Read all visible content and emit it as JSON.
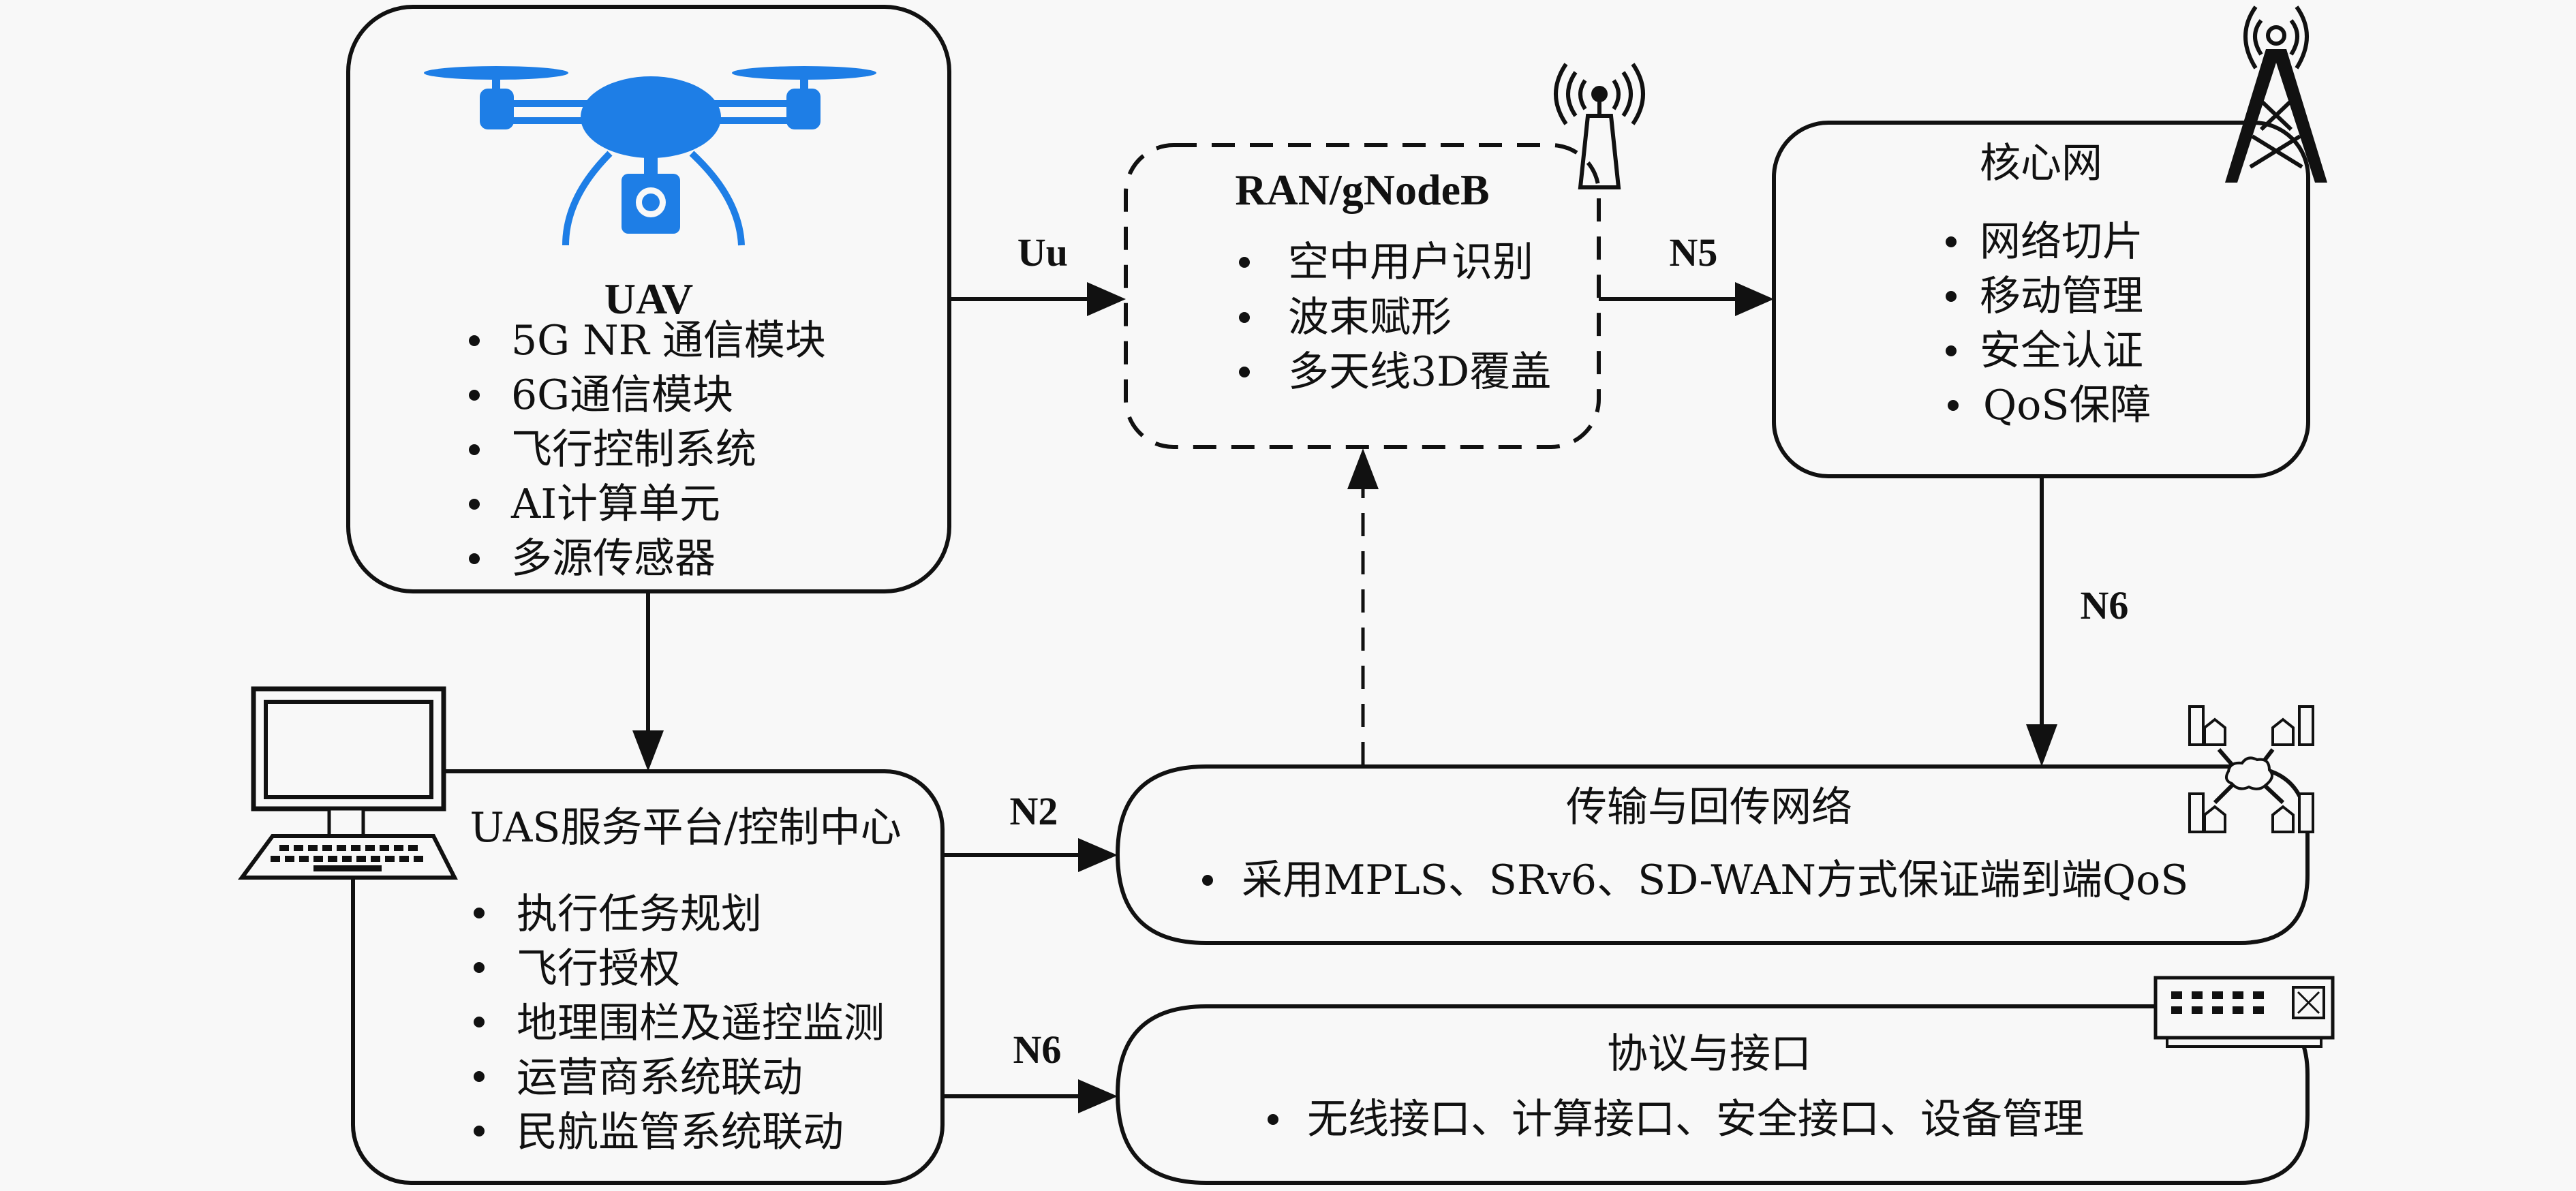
{
  "nodes": {
    "uav": {
      "title": "UAV",
      "icon": "drone-icon",
      "items": [
        "5G NR 通信模块",
        "6G通信模块",
        "飞行控制系统",
        "AI计算单元",
        "多源传感器"
      ]
    },
    "ran": {
      "title": "RAN/gNodeB",
      "icon": "antenna-icon",
      "items": [
        "空中用户识别",
        "波束赋形",
        "多天线3D覆盖"
      ]
    },
    "core": {
      "title": "核心网",
      "icon": "cell-tower-icon",
      "items": [
        "网络切片",
        "移动管理",
        "安全认证",
        "QoS保障"
      ]
    },
    "uas": {
      "title": "UAS服务平台/控制中心",
      "icon": "computer-icon",
      "items": [
        "执行任务规划",
        "飞行授权",
        "地理围栏及遥控监测",
        "运营商系统联动",
        "民航监管系统联动"
      ]
    },
    "transport": {
      "title": "传输与回传网络",
      "icon": "network-cloud-icon",
      "items": [
        "采用MPLS、SRv6、SD-WAN方式保证端到端QoS"
      ]
    },
    "protocol": {
      "title": "协议与接口",
      "icon": "network-switch-icon",
      "items": [
        "无线接口、计算接口、安全接口、设备管理"
      ]
    }
  },
  "edges": [
    {
      "from": "uav",
      "to": "ran",
      "label": "Uu",
      "style": "solid"
    },
    {
      "from": "ran",
      "to": "core",
      "label": "N5",
      "style": "solid"
    },
    {
      "from": "core",
      "to": "transport",
      "label": "N6",
      "style": "solid"
    },
    {
      "from": "uav",
      "to": "uas",
      "label": "",
      "style": "solid"
    },
    {
      "from": "uas",
      "to": "transport",
      "label": "N2",
      "style": "solid"
    },
    {
      "from": "uas",
      "to": "protocol",
      "label": "N6",
      "style": "solid"
    },
    {
      "from": "transport",
      "to": "ran",
      "label": "",
      "style": "dashed"
    }
  ],
  "colors": {
    "drone": "#1e7ee6",
    "stroke": "#111111",
    "background": "#f8f8f8"
  }
}
